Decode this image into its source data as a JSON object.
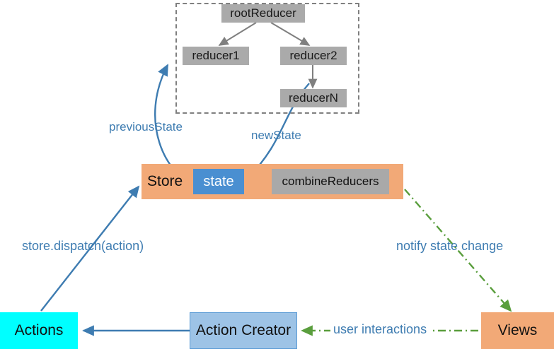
{
  "diagram": {
    "title": "Redux data flow diagram",
    "colors": {
      "store_fill": "#F2A977",
      "state_fill": "#4A8FD1",
      "gray_fill": "#AAAAAA",
      "actions_fill": "#00FFFF",
      "action_creator_fill": "#9DC3E6",
      "action_creator_stroke": "#5B9BD5",
      "views_fill": "#F2A977",
      "blue_arrow": "#3E7CB1",
      "green_arrow": "#5A9E3D",
      "gray_arrow": "#7F7F7F",
      "dashed_border": "#808080",
      "label_text": "#3E7CB1"
    },
    "reducer_group": {
      "root": "rootReducer",
      "children": [
        "reducer1",
        "reducer2"
      ],
      "grandchild": "reducerN"
    },
    "store": {
      "label": "Store",
      "state_chip": "state",
      "combine_chip": "combineReducers"
    },
    "bottom_row": {
      "actions": "Actions",
      "action_creator": "Action Creator",
      "views": "Views"
    },
    "edge_labels": {
      "previous_state": "previousState",
      "new_state": "newState",
      "dispatch": "store.dispatch(action)",
      "notify": "notify state change",
      "user_interactions": "user interactions"
    }
  }
}
